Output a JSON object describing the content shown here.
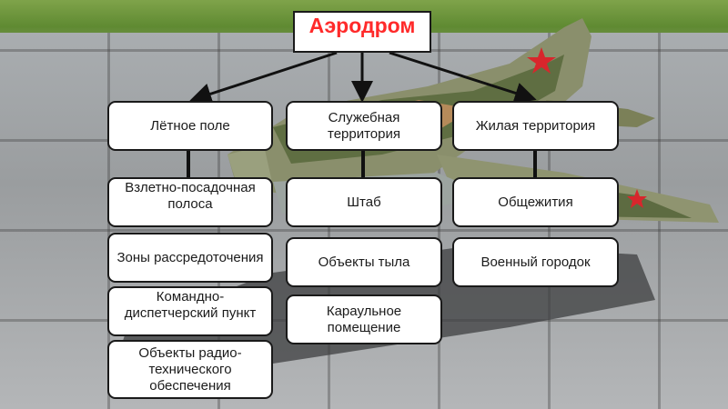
{
  "diagram": {
    "root": "Аэродром",
    "categories": [
      {
        "label": "Лётное поле",
        "items": [
          "Взлетно-посадочная полоса",
          "Зоны рассредоточения",
          "Командно-диспетчерский пункт",
          "Объекты радио-технического обеспечения"
        ]
      },
      {
        "label": "Служебная территория",
        "items": [
          "Штаб",
          "Объекты тыла",
          "Караульное помещение"
        ]
      },
      {
        "label": "Жилая территория",
        "items": [
          "Общежития",
          "Военный городок"
        ]
      }
    ]
  },
  "colors": {
    "root_text": "#ff2a2a",
    "box_fill": "#ffffff",
    "box_border": "#1a1a1a"
  }
}
